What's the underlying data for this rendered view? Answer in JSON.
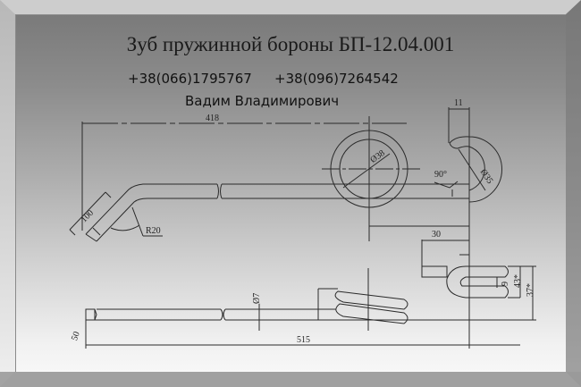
{
  "header": {
    "title": "Зуб пружинной бороны БП-12.04.001",
    "phone_1": "+38(066)1795767",
    "phone_2": "+38(096)7264542",
    "contact_name": "Вадим Владимирович"
  },
  "drawing": {
    "dimensions": {
      "overall_length_top": "418",
      "angled_leg": "100",
      "bend_radius": "R20",
      "coil_diameter": "Ø38",
      "hook_diameter": "Ø35",
      "hook_angle": "90°",
      "hook_offset": "11",
      "coil_to_hook": "30",
      "wire_diameter": "Ø7",
      "overall_length_bottom": "515",
      "end_height": "50",
      "gap": "9",
      "coil_height_inner": "43*",
      "coil_height_outer": "37*"
    }
  },
  "colors": {
    "bevel_top": "#cfcfcf",
    "bevel_right": "#7e7e7e",
    "inner_top": "#7a7a7a",
    "inner_bottom": "#f7f7f7",
    "line": "#2a2a2a"
  }
}
